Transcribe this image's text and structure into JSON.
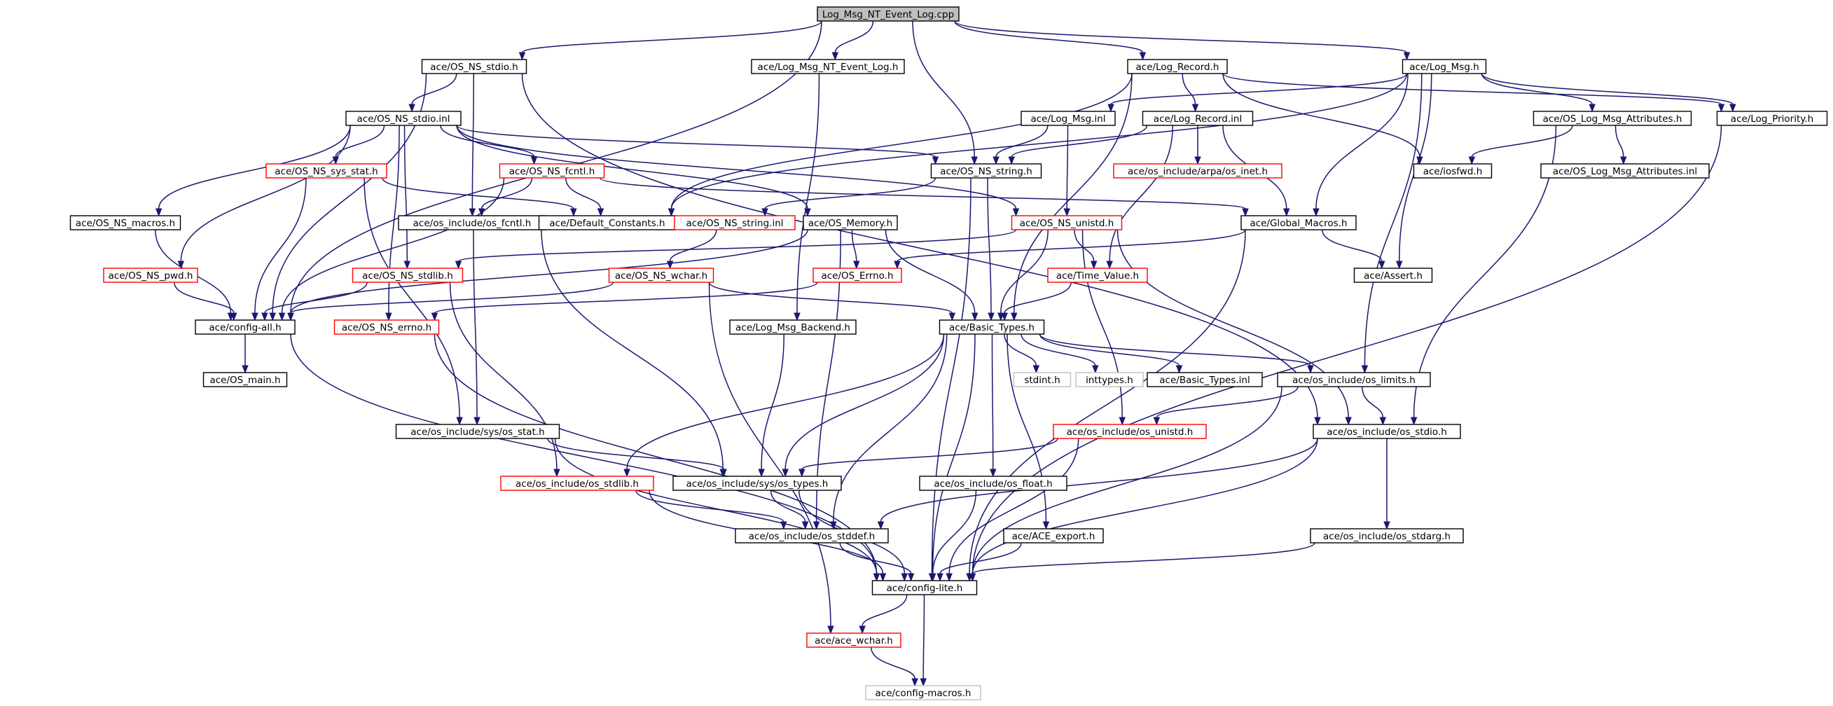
{
  "colors": {
    "edge": "#191970",
    "root_fill": "#bfbfbf",
    "node_fill": "#ffffff",
    "border_normal": "#000000",
    "border_truncated": "#ff0000",
    "border_external": "#bfbfbf"
  },
  "nodes": [
    {
      "id": "n_root",
      "label": "Log_Msg_NT_Event_Log.cpp",
      "style": "root"
    },
    {
      "id": "n_os_ns_stdio_h",
      "label": "ace/OS_NS_stdio.h",
      "style": "normal"
    },
    {
      "id": "n_log_msg_nt_event_log_h",
      "label": "ace/Log_Msg_NT_Event_Log.h",
      "style": "normal"
    },
    {
      "id": "n_log_record_h",
      "label": "ace/Log_Record.h",
      "style": "normal"
    },
    {
      "id": "n_log_msg_h",
      "label": "ace/Log_Msg.h",
      "style": "normal"
    },
    {
      "id": "n_os_ns_stdio_inl",
      "label": "ace/OS_NS_stdio.inl",
      "style": "normal"
    },
    {
      "id": "n_log_msg_inl",
      "label": "ace/Log_Msg.inl",
      "style": "normal"
    },
    {
      "id": "n_log_record_inl",
      "label": "ace/Log_Record.inl",
      "style": "normal"
    },
    {
      "id": "n_os_log_msg_attributes_h",
      "label": "ace/OS_Log_Msg_Attributes.h",
      "style": "normal"
    },
    {
      "id": "n_log_priority_h",
      "label": "ace/Log_Priority.h",
      "style": "normal"
    },
    {
      "id": "n_os_ns_sys_stat_h",
      "label": "ace/OS_NS_sys_stat.h",
      "style": "truncated"
    },
    {
      "id": "n_os_ns_fcntl_h",
      "label": "ace/OS_NS_fcntl.h",
      "style": "truncated"
    },
    {
      "id": "n_os_ns_string_h",
      "label": "ace/OS_NS_string.h",
      "style": "normal"
    },
    {
      "id": "n_arpa_inet_h",
      "label": "ace/os_include/arpa/os_inet.h",
      "style": "truncated"
    },
    {
      "id": "n_iosfwd_h",
      "label": "ace/iosfwd.h",
      "style": "normal"
    },
    {
      "id": "n_os_log_msg_attributes_inl",
      "label": "ace/OS_Log_Msg_Attributes.inl",
      "style": "normal"
    },
    {
      "id": "n_os_ns_macros_h",
      "label": "ace/OS_NS_macros.h",
      "style": "normal"
    },
    {
      "id": "n_os_include_os_fcntl_h",
      "label": "ace/os_include/os_fcntl.h",
      "style": "normal"
    },
    {
      "id": "n_default_constants_h",
      "label": "ace/Default_Constants.h",
      "style": "normal"
    },
    {
      "id": "n_os_ns_string_inl",
      "label": "ace/OS_NS_string.inl",
      "style": "truncated"
    },
    {
      "id": "n_os_memory_h",
      "label": "ace/OS_Memory.h",
      "style": "normal"
    },
    {
      "id": "n_os_ns_unistd_h",
      "label": "ace/OS_NS_unistd.h",
      "style": "truncated"
    },
    {
      "id": "n_global_macros_h",
      "label": "ace/Global_Macros.h",
      "style": "normal"
    },
    {
      "id": "n_os_ns_pwd_h",
      "label": "ace/OS_NS_pwd.h",
      "style": "truncated"
    },
    {
      "id": "n_os_ns_stdlib_h",
      "label": "ace/OS_NS_stdlib.h",
      "style": "truncated"
    },
    {
      "id": "n_os_ns_wchar_h",
      "label": "ace/OS_NS_wchar.h",
      "style": "truncated"
    },
    {
      "id": "n_os_errno_h",
      "label": "ace/OS_Errno.h",
      "style": "truncated"
    },
    {
      "id": "n_time_value_h",
      "label": "ace/Time_Value.h",
      "style": "truncated"
    },
    {
      "id": "n_assert_h",
      "label": "ace/Assert.h",
      "style": "normal"
    },
    {
      "id": "n_config_all_h",
      "label": "ace/config-all.h",
      "style": "normal"
    },
    {
      "id": "n_os_ns_errno_h",
      "label": "ace/OS_NS_errno.h",
      "style": "truncated"
    },
    {
      "id": "n_log_msg_backend_h",
      "label": "ace/Log_Msg_Backend.h",
      "style": "normal"
    },
    {
      "id": "n_basic_types_h",
      "label": "ace/Basic_Types.h",
      "style": "normal"
    },
    {
      "id": "n_os_main_h",
      "label": "ace/OS_main.h",
      "style": "normal"
    },
    {
      "id": "n_stdint_h",
      "label": "stdint.h",
      "style": "external"
    },
    {
      "id": "n_inttypes_h",
      "label": "inttypes.h",
      "style": "external"
    },
    {
      "id": "n_basic_types_inl",
      "label": "ace/Basic_Types.inl",
      "style": "normal"
    },
    {
      "id": "n_os_include_os_limits_h",
      "label": "ace/os_include/os_limits.h",
      "style": "normal"
    },
    {
      "id": "n_sys_os_stat_h",
      "label": "ace/os_include/sys/os_stat.h",
      "style": "normal"
    },
    {
      "id": "n_os_include_os_unistd_h",
      "label": "ace/os_include/os_unistd.h",
      "style": "truncated"
    },
    {
      "id": "n_os_include_os_stdio_h",
      "label": "ace/os_include/os_stdio.h",
      "style": "normal"
    },
    {
      "id": "n_os_include_os_stdlib_h",
      "label": "ace/os_include/os_stdlib.h",
      "style": "truncated"
    },
    {
      "id": "n_sys_os_types_h",
      "label": "ace/os_include/sys/os_types.h",
      "style": "normal"
    },
    {
      "id": "n_os_include_os_float_h",
      "label": "ace/os_include/os_float.h",
      "style": "normal"
    },
    {
      "id": "n_os_include_os_stddef_h",
      "label": "ace/os_include/os_stddef.h",
      "style": "normal"
    },
    {
      "id": "n_ace_export_h",
      "label": "ace/ACE_export.h",
      "style": "normal"
    },
    {
      "id": "n_os_include_os_stdarg_h",
      "label": "ace/os_include/os_stdarg.h",
      "style": "normal"
    },
    {
      "id": "n_config_lite_h",
      "label": "ace/config-lite.h",
      "style": "normal"
    },
    {
      "id": "n_ace_wchar_h",
      "label": "ace/ace_wchar.h",
      "style": "truncated"
    },
    {
      "id": "n_config_macros_h",
      "label": "ace/config-macros.h",
      "style": "external"
    }
  ],
  "edges": [
    [
      "n_root",
      "n_os_ns_stdio_h"
    ],
    [
      "n_root",
      "n_log_msg_nt_event_log_h"
    ],
    [
      "n_root",
      "n_log_record_h"
    ],
    [
      "n_root",
      "n_log_msg_h"
    ],
    [
      "n_root",
      "n_os_ns_string_h"
    ],
    [
      "n_root",
      "n_config_all_h"
    ],
    [
      "n_os_ns_stdio_h",
      "n_os_ns_stdio_inl"
    ],
    [
      "n_os_ns_stdio_h",
      "n_config_all_h"
    ],
    [
      "n_os_ns_stdio_h",
      "n_os_include_os_fcntl_h"
    ],
    [
      "n_os_ns_stdio_h",
      "n_os_include_os_stdio_h"
    ],
    [
      "n_log_msg_nt_event_log_h",
      "n_log_msg_backend_h"
    ],
    [
      "n_log_record_h",
      "n_log_record_inl"
    ],
    [
      "n_log_record_h",
      "n_log_priority_h"
    ],
    [
      "n_log_record_h",
      "n_default_constants_h"
    ],
    [
      "n_log_record_h",
      "n_basic_types_h"
    ],
    [
      "n_log_record_h",
      "n_iosfwd_h"
    ],
    [
      "n_log_msg_h",
      "n_log_msg_inl"
    ],
    [
      "n_log_msg_h",
      "n_os_log_msg_attributes_h"
    ],
    [
      "n_log_msg_h",
      "n_log_priority_h"
    ],
    [
      "n_log_msg_h",
      "n_global_macros_h"
    ],
    [
      "n_log_msg_h",
      "n_assert_h"
    ],
    [
      "n_log_msg_h",
      "n_default_constants_h"
    ],
    [
      "n_log_msg_h",
      "n_os_include_os_limits_h"
    ],
    [
      "n_os_ns_stdio_inl",
      "n_os_ns_sys_stat_h"
    ],
    [
      "n_os_ns_stdio_inl",
      "n_os_ns_fcntl_h"
    ],
    [
      "n_os_ns_stdio_inl",
      "n_os_ns_string_h"
    ],
    [
      "n_os_ns_stdio_inl",
      "n_os_ns_macros_h"
    ],
    [
      "n_os_ns_stdio_inl",
      "n_os_ns_pwd_h"
    ],
    [
      "n_os_ns_stdio_inl",
      "n_os_ns_stdlib_h"
    ],
    [
      "n_os_ns_stdio_inl",
      "n_os_ns_errno_h"
    ],
    [
      "n_os_ns_stdio_inl",
      "n_os_memory_h"
    ],
    [
      "n_os_ns_stdio_inl",
      "n_os_ns_unistd_h"
    ],
    [
      "n_log_msg_inl",
      "n_os_ns_string_h"
    ],
    [
      "n_log_msg_inl",
      "n_os_ns_unistd_h"
    ],
    [
      "n_log_record_inl",
      "n_os_ns_string_h"
    ],
    [
      "n_log_record_inl",
      "n_arpa_inet_h"
    ],
    [
      "n_log_record_inl",
      "n_global_macros_h"
    ],
    [
      "n_log_record_inl",
      "n_time_value_h"
    ],
    [
      "n_os_log_msg_attributes_h",
      "n_os_log_msg_attributes_inl"
    ],
    [
      "n_os_log_msg_attributes_h",
      "n_iosfwd_h"
    ],
    [
      "n_os_log_msg_attributes_h",
      "n_os_include_os_stdio_h"
    ],
    [
      "n_log_priority_h",
      "n_config_lite_h"
    ],
    [
      "n_os_ns_sys_stat_h",
      "n_default_constants_h"
    ],
    [
      "n_os_ns_sys_stat_h",
      "n_config_all_h"
    ],
    [
      "n_os_ns_sys_stat_h",
      "n_sys_os_stat_h"
    ],
    [
      "n_os_ns_fcntl_h",
      "n_os_include_os_fcntl_h"
    ],
    [
      "n_os_ns_fcntl_h",
      "n_default_constants_h"
    ],
    [
      "n_os_ns_fcntl_h",
      "n_global_macros_h"
    ],
    [
      "n_os_ns_fcntl_h",
      "n_config_all_h"
    ],
    [
      "n_os_ns_string_h",
      "n_os_ns_string_inl"
    ],
    [
      "n_os_ns_string_h",
      "n_basic_types_h"
    ],
    [
      "n_os_ns_string_h",
      "n_config_lite_h"
    ],
    [
      "n_os_ns_macros_h",
      "n_config_all_h"
    ],
    [
      "n_os_include_os_fcntl_h",
      "n_sys_os_types_h"
    ],
    [
      "n_os_include_os_fcntl_h",
      "n_sys_os_stat_h"
    ],
    [
      "n_os_ns_string_inl",
      "n_os_ns_wchar_h"
    ],
    [
      "n_os_memory_h",
      "n_os_errno_h"
    ],
    [
      "n_os_memory_h",
      "n_basic_types_h"
    ],
    [
      "n_os_memory_h",
      "n_os_include_os_stddef_h"
    ],
    [
      "n_os_memory_h",
      "n_config_all_h"
    ],
    [
      "n_os_ns_unistd_h",
      "n_time_value_h"
    ],
    [
      "n_os_ns_unistd_h",
      "n_basic_types_h"
    ],
    [
      "n_os_ns_unistd_h",
      "n_os_ns_stdlib_h"
    ],
    [
      "n_os_ns_unistd_h",
      "n_os_include_os_unistd_h"
    ],
    [
      "n_os_ns_unistd_h",
      "n_os_include_os_stdio_h"
    ],
    [
      "n_global_macros_h",
      "n_os_errno_h"
    ],
    [
      "n_global_macros_h",
      "n_assert_h"
    ],
    [
      "n_global_macros_h",
      "n_config_lite_h"
    ],
    [
      "n_os_ns_pwd_h",
      "n_config_all_h"
    ],
    [
      "n_os_ns_stdlib_h",
      "n_config_all_h"
    ],
    [
      "n_os_ns_stdlib_h",
      "n_os_include_os_stdlib_h"
    ],
    [
      "n_os_ns_wchar_h",
      "n_basic_types_h"
    ],
    [
      "n_os_ns_wchar_h",
      "n_config_all_h"
    ],
    [
      "n_os_ns_wchar_h",
      "n_ace_wchar_h"
    ],
    [
      "n_os_errno_h",
      "n_os_ns_errno_h"
    ],
    [
      "n_time_value_h",
      "n_basic_types_h"
    ],
    [
      "n_config_all_h",
      "n_os_main_h"
    ],
    [
      "n_config_all_h",
      "n_config_lite_h"
    ],
    [
      "n_os_ns_errno_h",
      "n_config_lite_h"
    ],
    [
      "n_log_msg_backend_h",
      "n_sys_os_types_h"
    ],
    [
      "n_basic_types_h",
      "n_stdint_h"
    ],
    [
      "n_basic_types_h",
      "n_inttypes_h"
    ],
    [
      "n_basic_types_h",
      "n_basic_types_inl"
    ],
    [
      "n_basic_types_h",
      "n_os_include_os_limits_h"
    ],
    [
      "n_basic_types_h",
      "n_os_include_os_stdlib_h"
    ],
    [
      "n_basic_types_h",
      "n_sys_os_types_h"
    ],
    [
      "n_basic_types_h",
      "n_os_include_os_float_h"
    ],
    [
      "n_basic_types_h",
      "n_os_include_os_stddef_h"
    ],
    [
      "n_basic_types_h",
      "n_ace_export_h"
    ],
    [
      "n_basic_types_h",
      "n_config_lite_h"
    ],
    [
      "n_os_include_os_limits_h",
      "n_os_include_os_unistd_h"
    ],
    [
      "n_os_include_os_limits_h",
      "n_os_include_os_stdio_h"
    ],
    [
      "n_os_include_os_limits_h",
      "n_config_lite_h"
    ],
    [
      "n_sys_os_stat_h",
      "n_sys_os_types_h"
    ],
    [
      "n_sys_os_stat_h",
      "n_config_lite_h"
    ],
    [
      "n_os_include_os_unistd_h",
      "n_sys_os_types_h"
    ],
    [
      "n_os_include_os_unistd_h",
      "n_config_lite_h"
    ],
    [
      "n_os_include_os_stdio_h",
      "n_os_include_os_stdarg_h"
    ],
    [
      "n_os_include_os_stdio_h",
      "n_os_include_os_stddef_h"
    ],
    [
      "n_os_include_os_stdio_h",
      "n_config_lite_h"
    ],
    [
      "n_os_include_os_stdlib_h",
      "n_os_include_os_stddef_h"
    ],
    [
      "n_os_include_os_stdlib_h",
      "n_config_lite_h"
    ],
    [
      "n_sys_os_types_h",
      "n_os_include_os_stddef_h"
    ],
    [
      "n_sys_os_types_h",
      "n_config_lite_h"
    ],
    [
      "n_os_include_os_float_h",
      "n_config_lite_h"
    ],
    [
      "n_os_include_os_stddef_h",
      "n_config_lite_h"
    ],
    [
      "n_ace_export_h",
      "n_config_lite_h"
    ],
    [
      "n_os_include_os_stdarg_h",
      "n_config_lite_h"
    ],
    [
      "n_config_lite_h",
      "n_ace_wchar_h"
    ],
    [
      "n_config_lite_h",
      "n_config_macros_h"
    ],
    [
      "n_ace_wchar_h",
      "n_config_macros_h"
    ]
  ]
}
